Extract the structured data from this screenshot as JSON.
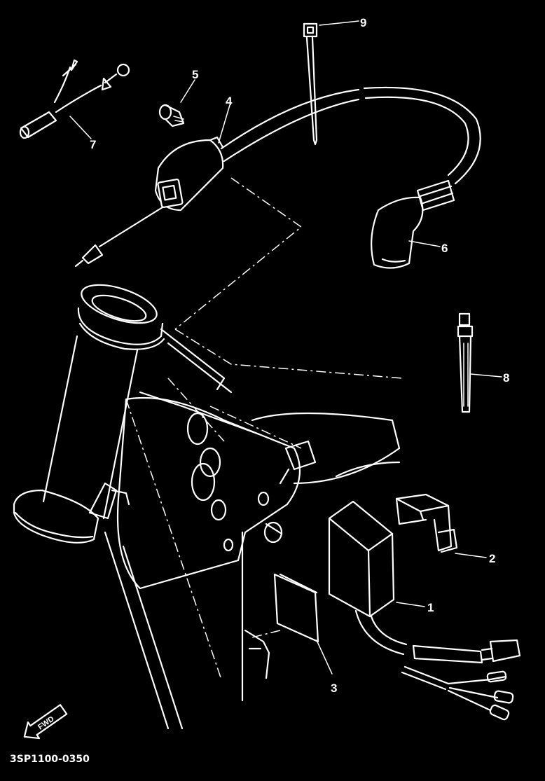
{
  "diagram": {
    "callouts": [
      {
        "id": "1",
        "label": "1"
      },
      {
        "id": "2",
        "label": "2"
      },
      {
        "id": "3",
        "label": "3"
      },
      {
        "id": "4",
        "label": "4"
      },
      {
        "id": "5",
        "label": "5"
      },
      {
        "id": "6",
        "label": "6"
      },
      {
        "id": "7",
        "label": "7"
      },
      {
        "id": "8",
        "label": "8"
      },
      {
        "id": "9",
        "label": "9"
      }
    ],
    "fwd_label": "FWD",
    "drawing_code": "3SP1100-0350"
  }
}
